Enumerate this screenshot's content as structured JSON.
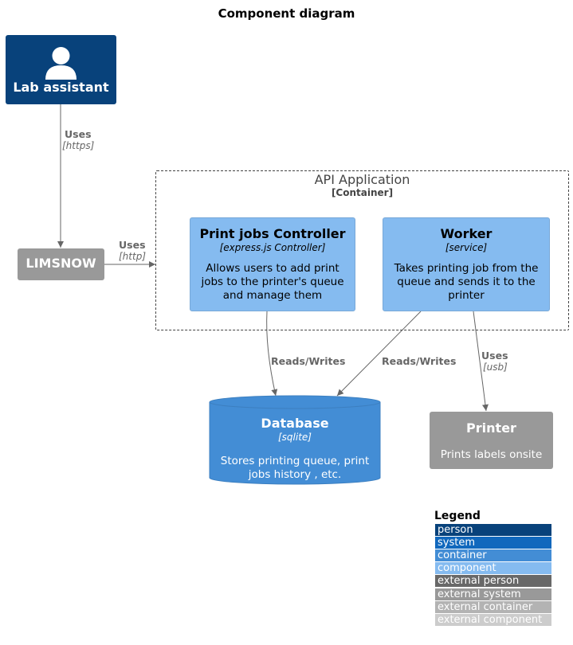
{
  "title": "Component diagram",
  "person": {
    "name": "Lab assistant",
    "icon": "person-icon",
    "color": "#08427b"
  },
  "external_system": {
    "name": "LIMSNOW",
    "color": "#999999"
  },
  "boundary": {
    "name": "API Application",
    "type": "[Container]"
  },
  "components": [
    {
      "name": "Print jobs Controller",
      "tech": "[express.js Controller]",
      "desc": "Allows users to add print jobs to the printer's queue and manage them",
      "color": "#85bbf0"
    },
    {
      "name": "Worker",
      "tech": "[service]",
      "desc": "Takes printing job from the queue and sends it to the printer",
      "color": "#85bbf0"
    }
  ],
  "database": {
    "name": "Database",
    "tech": "[sqlite]",
    "desc": "Stores printing queue, print jobs history , etc.",
    "color": "#438dd5"
  },
  "printer": {
    "name": "Printer",
    "desc": "Prints labels onsite",
    "color": "#999999"
  },
  "relations": [
    {
      "from": "Lab assistant",
      "to": "LIMSNOW",
      "label": "Uses",
      "tech": "[https]"
    },
    {
      "from": "LIMSNOW",
      "to": "API Application",
      "label": "Uses",
      "tech": "[http]"
    },
    {
      "from": "Print jobs Controller",
      "to": "Database",
      "label": "Reads/Writes"
    },
    {
      "from": "Worker",
      "to": "Database",
      "label": "Reads/Writes"
    },
    {
      "from": "Worker",
      "to": "Printer",
      "label": "Uses",
      "tech": "[usb]"
    }
  ],
  "legend": {
    "title": "Legend",
    "items": [
      {
        "label": "person",
        "color": "#08427b"
      },
      {
        "label": "system",
        "color": "#1168bd"
      },
      {
        "label": "container",
        "color": "#438dd5"
      },
      {
        "label": "component",
        "color": "#85bbf0"
      },
      {
        "label": "external person",
        "color": "#686868"
      },
      {
        "label": "external system",
        "color": "#999999"
      },
      {
        "label": "external container",
        "color": "#b3b3b3"
      },
      {
        "label": "external component",
        "color": "#cccccc"
      }
    ]
  }
}
